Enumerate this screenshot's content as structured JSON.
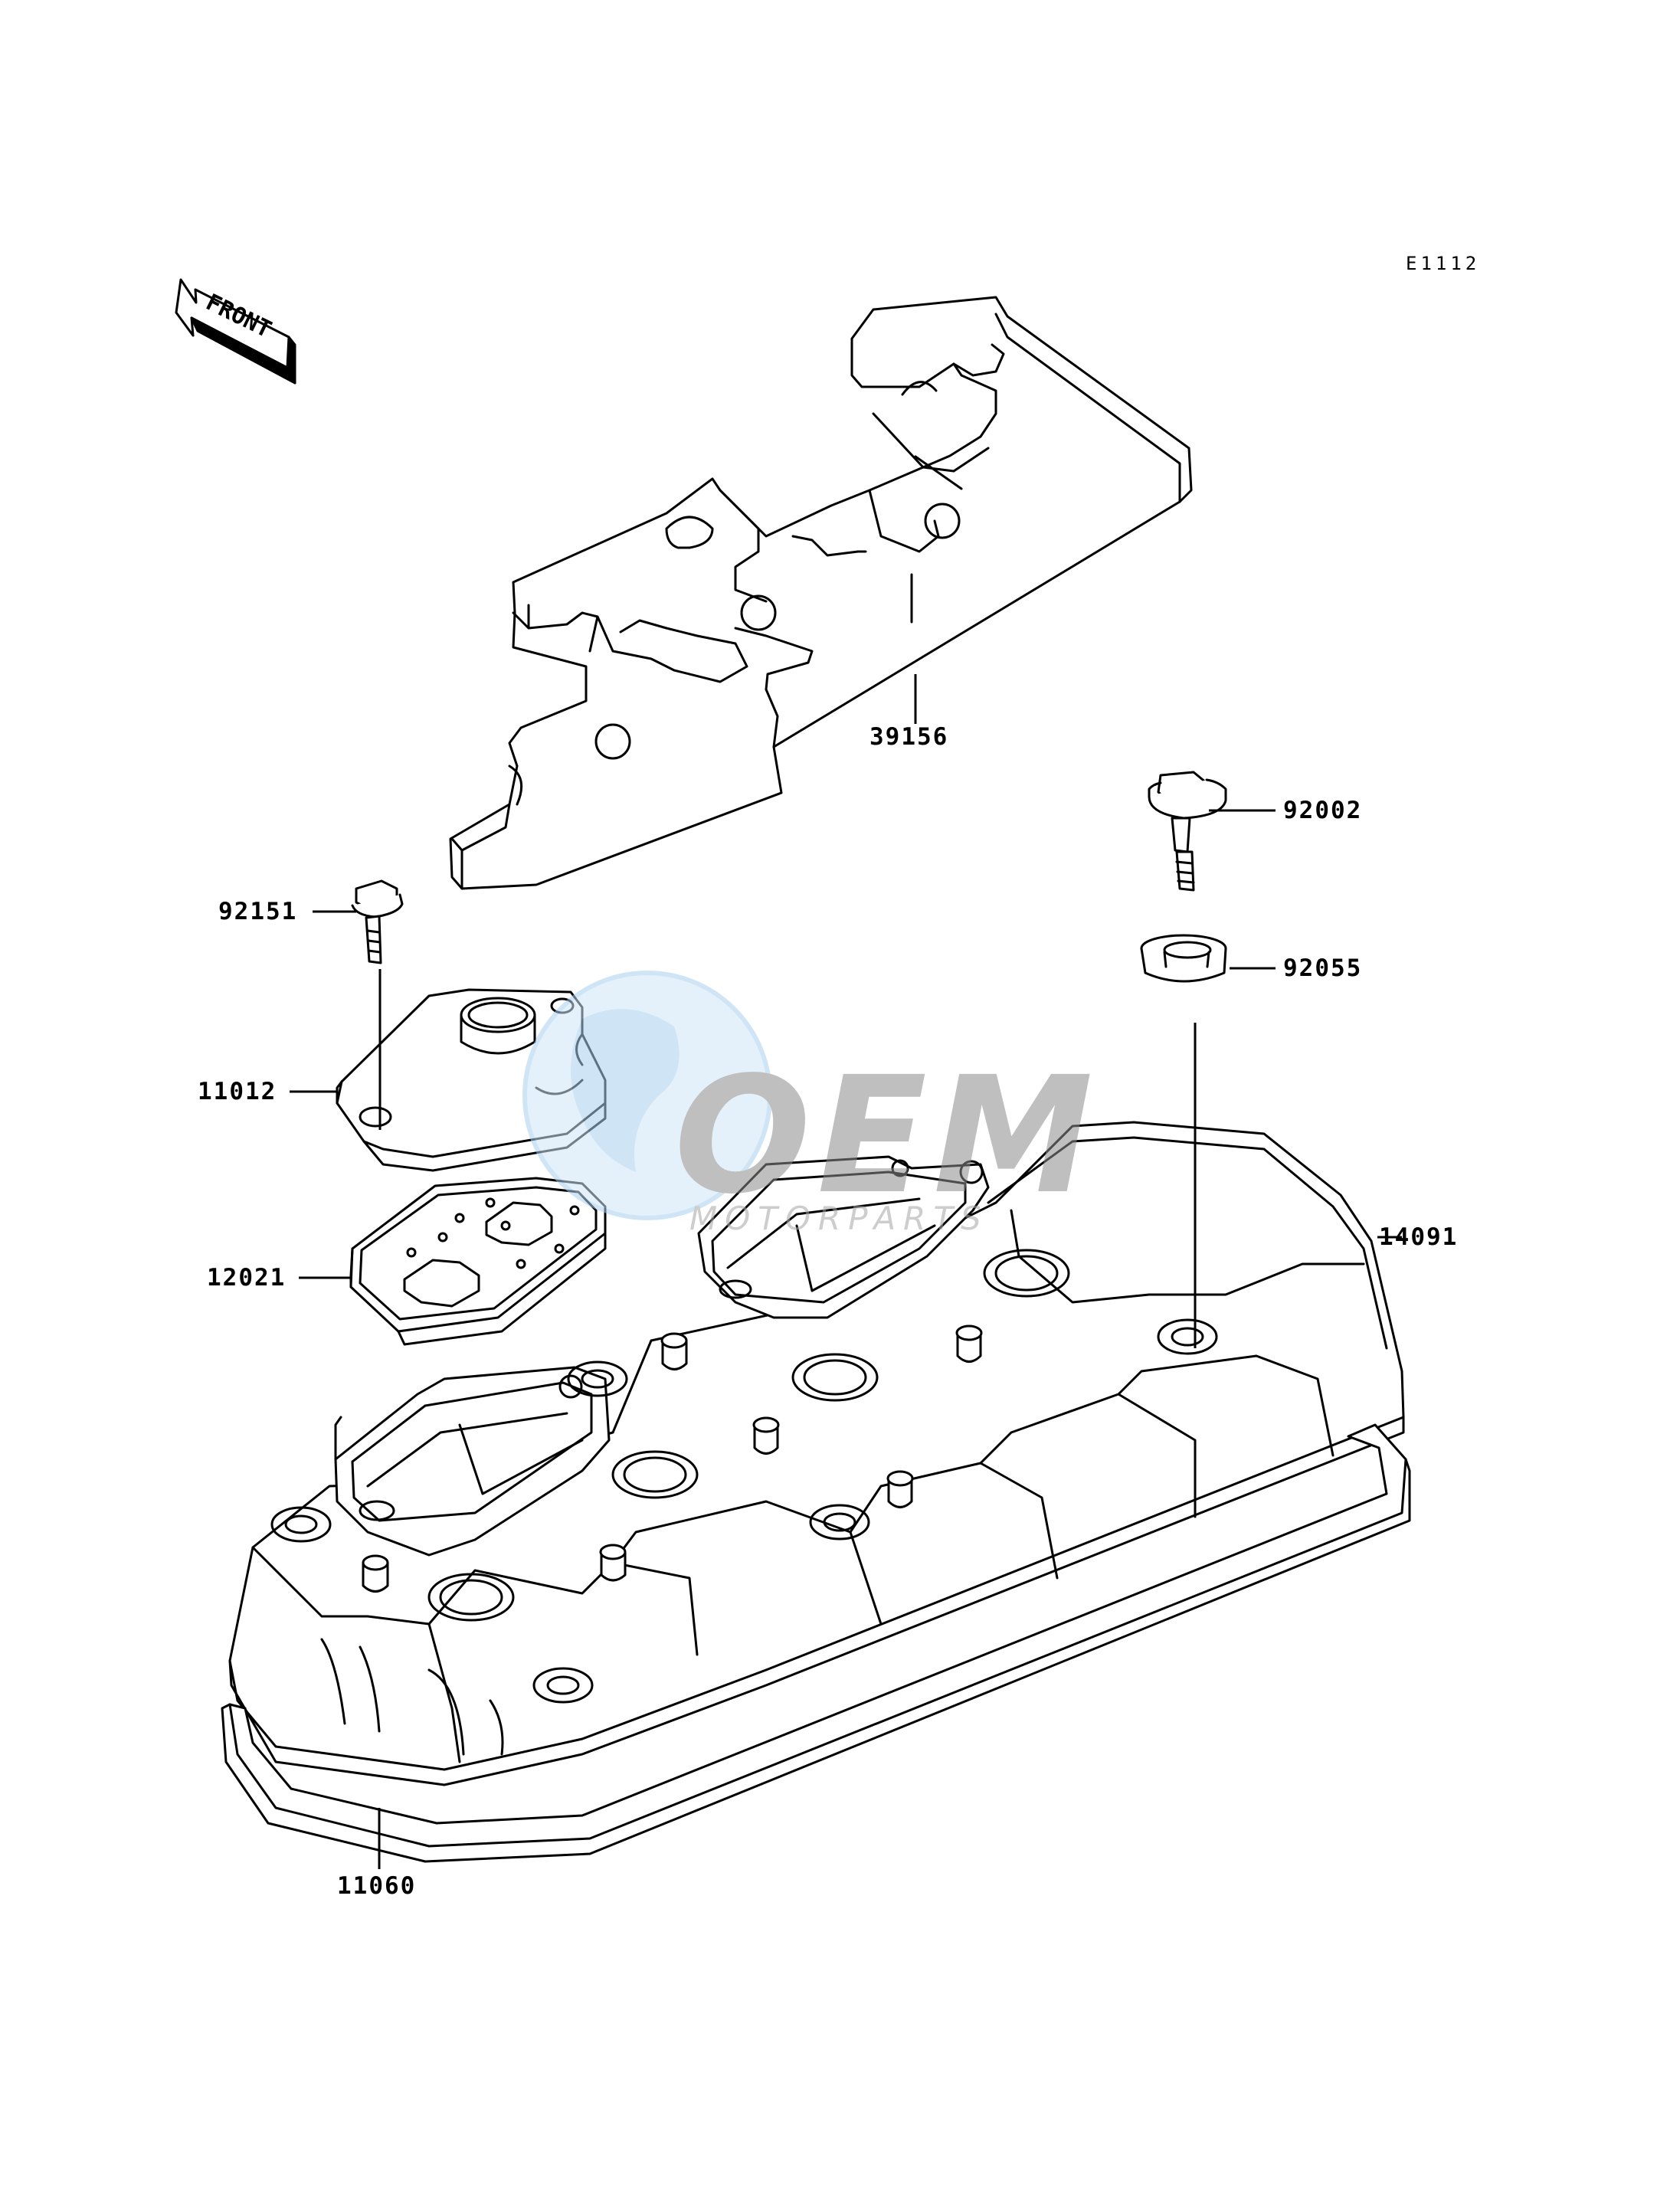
{
  "diagram_code": "E1112",
  "front_label": "FRONT",
  "watermark": {
    "brand": "OEM",
    "tagline": "MOTORPARTS"
  },
  "parts": [
    {
      "id": "39156",
      "name": "part-39156"
    },
    {
      "id": "92002",
      "name": "part-92002"
    },
    {
      "id": "92151",
      "name": "part-92151"
    },
    {
      "id": "92055",
      "name": "part-92055"
    },
    {
      "id": "11012",
      "name": "part-11012"
    },
    {
      "id": "14091",
      "name": "part-14091"
    },
    {
      "id": "12021",
      "name": "part-12021"
    },
    {
      "id": "11060",
      "name": "part-11060"
    }
  ],
  "colors": {
    "line": "#000000",
    "background": "#ffffff",
    "watermark_blue": "#a9d1ef",
    "watermark_grey": "#a6a6a6"
  }
}
